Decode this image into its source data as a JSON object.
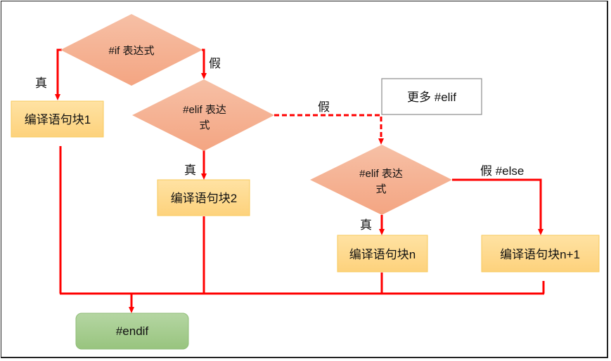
{
  "diagram": {
    "nodes": {
      "if_cond": {
        "text_lines": [
          "#if 表达式"
        ]
      },
      "elif1_cond": {
        "text_lines": [
          "#elif 表达",
          "式"
        ]
      },
      "elif_n_cond": {
        "text_lines": [
          "#elif 表达",
          "式"
        ]
      },
      "more_elif": {
        "text": "更多 #elif"
      },
      "block1": {
        "text": "编译语句块1"
      },
      "block2": {
        "text": "编译语句块2"
      },
      "block_n": {
        "text": "编译语句块n"
      },
      "block_n1": {
        "text": "编译语句块n+1"
      },
      "endif": {
        "text": "#endif"
      }
    },
    "edge_labels": {
      "if_true": "真",
      "if_false": "假",
      "elif1_true": "真",
      "elif1_false": "假",
      "elifn_true": "真",
      "elifn_false_else": "假 #else"
    },
    "colors": {
      "diamond_fill_top": "#f6c0a6",
      "diamond_fill_bottom": "#f4a582",
      "block_fill_top": "#ffe2a3",
      "block_fill_bottom": "#fdd27c",
      "block_border": "#f7c95b",
      "endif_fill_top": "#b5d6a3",
      "endif_fill_bottom": "#98c47e",
      "endif_border": "#8fbc77",
      "arrow": "#ff0000",
      "more_border": "#8c8c8c"
    }
  }
}
